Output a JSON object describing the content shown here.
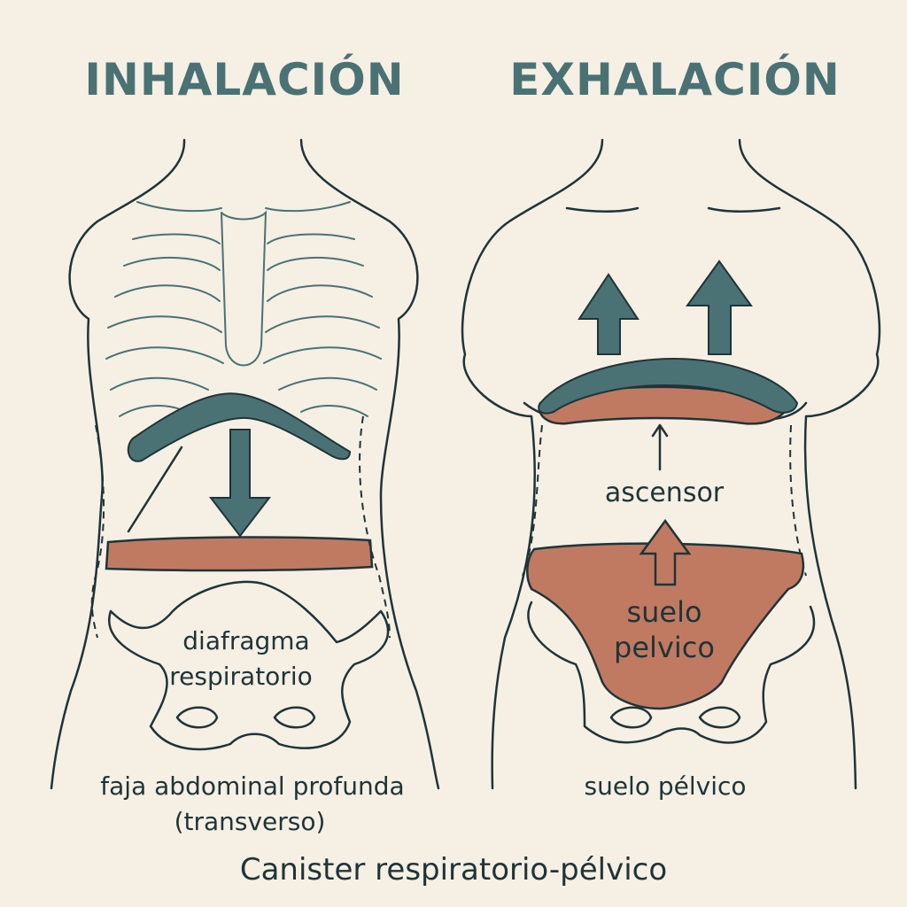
{
  "left": {
    "title": "INHALACIÓN",
    "label_diaphragm_1": "diafragma",
    "label_diaphragm_2": "respiratorio",
    "label_band_1": "faja abdominal profunda",
    "label_band_2": "(transverso)"
  },
  "right": {
    "title": "EXHALACIÓN",
    "label_lift": "ascensor",
    "label_floor_1": "suelo",
    "label_floor_2": "pelvico",
    "label_bottom": "suelo pélvico"
  },
  "caption": "Canister respiratorio-pélvico",
  "colors": {
    "background": "#f6efe4",
    "teal": "#4a7274",
    "terracotta": "#c07a62",
    "outline": "#1f3438"
  }
}
